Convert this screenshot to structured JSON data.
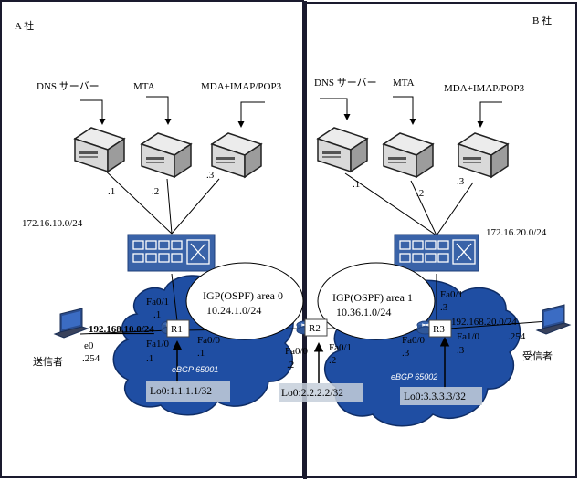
{
  "company_a": {
    "label": "A 社",
    "servers": {
      "dns": "DNS サーバー",
      "mta": "MTA",
      "mda": "MDA+IMAP/POP3"
    },
    "host_ids": {
      "dns": ".1",
      "mta": ".2",
      "mda": ".3"
    },
    "lan_network": "172.16.10.0/24",
    "igp": {
      "title": "IGP(OSPF) area 0",
      "network": "10.24.1.0/24"
    },
    "router": {
      "name": "R1",
      "ifaces": [
        "Fa0/1",
        "Fa1/0",
        "Fa0/0"
      ],
      "hosts": [
        ".1",
        ".1",
        ".1"
      ],
      "loopback": "Lo0:1.1.1.1/32"
    },
    "bgp": "eBGP 65001",
    "sender": {
      "label": "送信者",
      "network": "192.168.10.0/24",
      "iface": "e0",
      "host": ".254"
    }
  },
  "company_b": {
    "label": "B 社",
    "servers": {
      "dns": "DNS サーバー",
      "mta": "MTA",
      "mda": "MDA+IMAP/POP3"
    },
    "host_ids": {
      "dns": ".1",
      "mta": ".2",
      "mda": ".3"
    },
    "lan_network": "172.16.20.0/24",
    "igp": {
      "title": "IGP(OSPF) area 1",
      "network": "10.36.1.0/24"
    },
    "router": {
      "name": "R3",
      "ifaces": [
        "Fa0/1",
        "Fa0/0",
        "Fa1/0"
      ],
      "hosts": [
        ".3",
        ".3",
        ".3"
      ],
      "loopback": "Lo0:3.3.3.3/32"
    },
    "bgp": "eBGP 65002",
    "receiver": {
      "label": "受信者",
      "network": "192.168.20.0/24",
      "host": ".254"
    }
  },
  "r2": {
    "name": "R2",
    "ifaces": [
      "Fa0/0",
      "Fa0/1"
    ],
    "hosts": [
      ".2",
      ".2"
    ],
    "loopback": "Lo0:2.2.2.2/32"
  },
  "colors": {
    "switch": "#3a63a8",
    "cloud": "#1f4ea3",
    "server_top": "#e6e6e6",
    "server_side": "#9a9a9a",
    "panel_border": "#1a1a2e"
  }
}
